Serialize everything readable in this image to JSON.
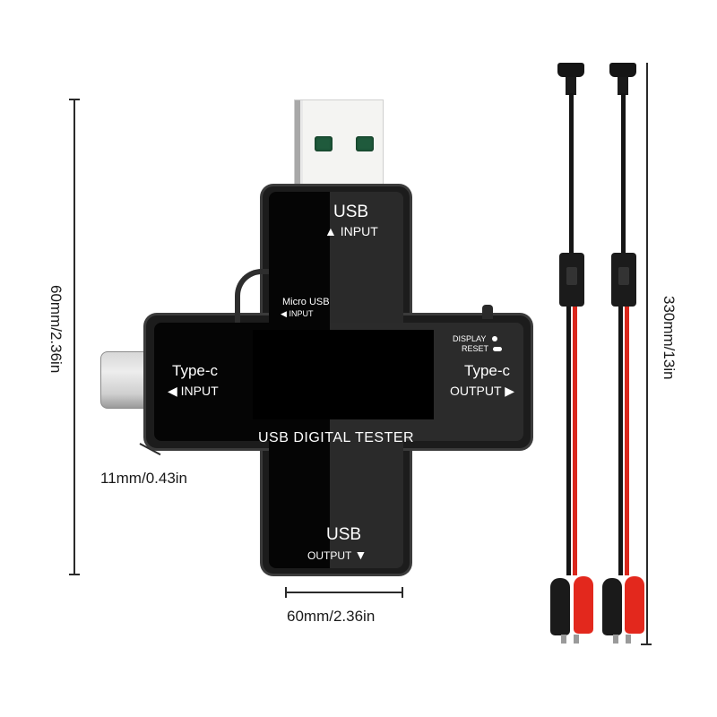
{
  "device": {
    "name": "USB DIGITAL TESTER",
    "ports": {
      "usb_input": {
        "title": "USB",
        "label": "INPUT",
        "arrow": "up-triangle"
      },
      "micro_usb_input": {
        "title": "Micro USB",
        "label": "INPUT",
        "arrow": "left-triangle"
      },
      "typec_input": {
        "title": "Type-c",
        "label": "INPUT",
        "arrow": "left-triangle"
      },
      "typec_output": {
        "title": "Type-c",
        "label": "OUTPUT",
        "arrow": "right-triangle"
      },
      "usb_output": {
        "title": "USB",
        "label": "OUTPUT",
        "arrow": "down-triangle"
      }
    },
    "button": {
      "display_label": "DISPLAY",
      "reset_label": "RESET",
      "display_icon": "dot",
      "reset_icon": "pill"
    },
    "colors": {
      "body": "#1c1c1c",
      "text": "#ffffff",
      "usb_contacts": "#1f5a3c"
    }
  },
  "dimensions": {
    "height": "60mm/2.36in",
    "width": "60mm/2.36in",
    "plug_length": "11mm/0.43in",
    "cable_length": "330mm/13in"
  },
  "cables": {
    "count": 2,
    "colors": {
      "black": "#151515",
      "red": "#d9271c"
    },
    "clips": [
      "black",
      "red"
    ]
  }
}
